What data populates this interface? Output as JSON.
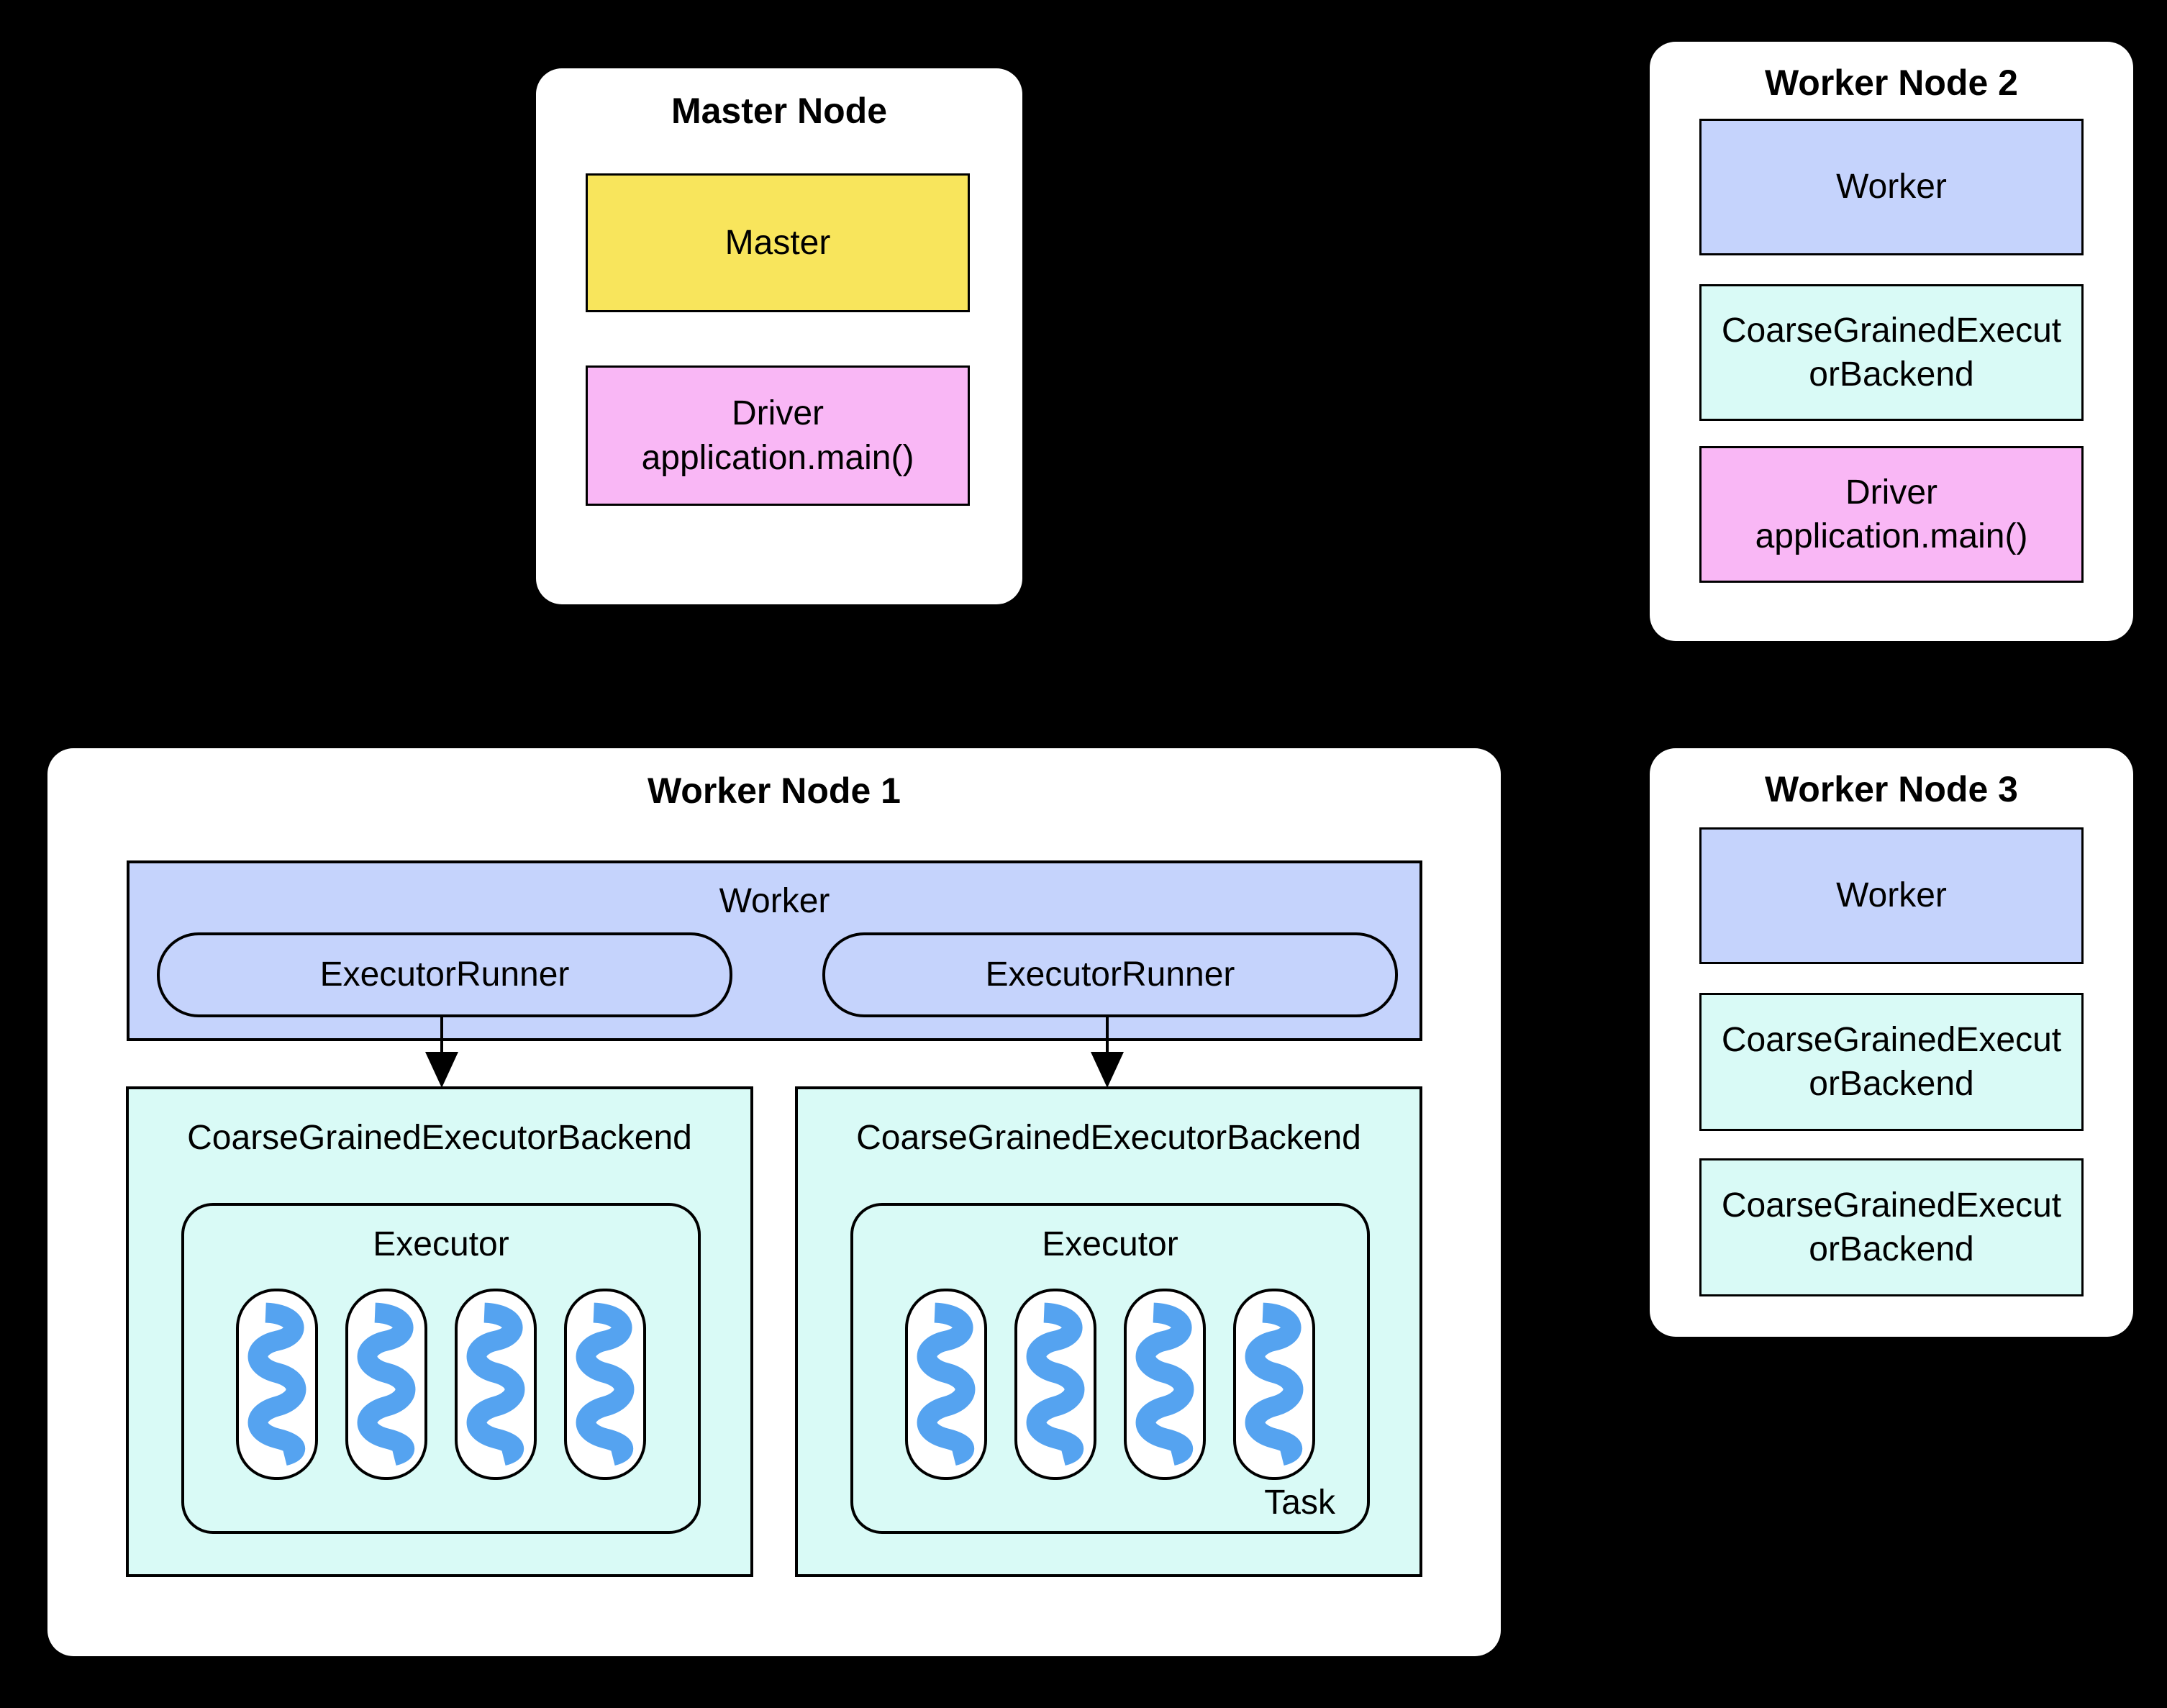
{
  "colors": {
    "background": "#000000",
    "panel_bg": "#ffffff",
    "box_border": "#000000",
    "master_yellow": "#F8E55C",
    "driver_pink": "#F9B7F5",
    "worker_purple": "#C5D3FC",
    "backend_cyan": "#D9FAF6",
    "task_blue": "#55A3F0",
    "text": "#000000"
  },
  "master_node": {
    "title": "Master Node",
    "master_label": "Master",
    "driver_label": "Driver application.main()"
  },
  "worker_node_1": {
    "title": "Worker Node 1",
    "worker_label": "Worker",
    "executor_runners": [
      "ExecutorRunner",
      "ExecutorRunner"
    ],
    "backends": [
      {
        "label": "CoarseGrainedExecutorBackend",
        "executor_label": "Executor",
        "task_count": 4,
        "task_label": ""
      },
      {
        "label": "CoarseGrainedExecutorBackend",
        "executor_label": "Executor",
        "task_count": 4,
        "task_label": "Task"
      }
    ]
  },
  "worker_node_2": {
    "title": "Worker Node 2",
    "worker_label": "Worker",
    "backend_label": "CoarseGrainedExecutorBackend",
    "driver_label": "Driver application.main()"
  },
  "worker_node_3": {
    "title": "Worker Node 3",
    "worker_label": "Worker",
    "backend_labels": [
      "CoarseGrainedExecutorBackend",
      "CoarseGrainedExecutorBackend"
    ]
  }
}
